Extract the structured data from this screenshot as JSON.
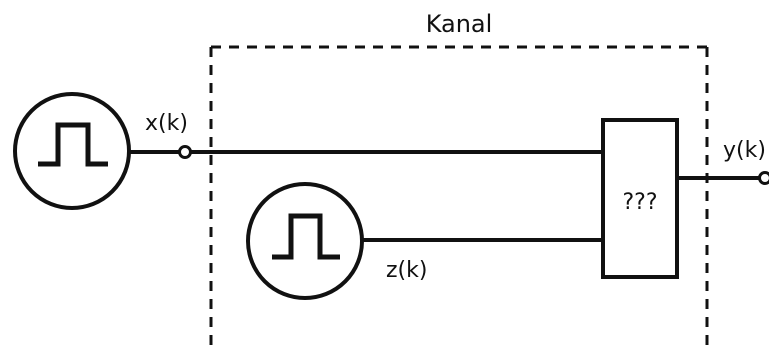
{
  "channel": {
    "title": "Kanal"
  },
  "signals": {
    "input": "x(k)",
    "noise": "z(k)",
    "output": "y(k)"
  },
  "block": {
    "label": "???"
  },
  "sources": {
    "input_icon": "pulse-generator-icon",
    "noise_icon": "pulse-generator-icon"
  },
  "colors": {
    "stroke": "#111111",
    "background": "#ffffff"
  }
}
